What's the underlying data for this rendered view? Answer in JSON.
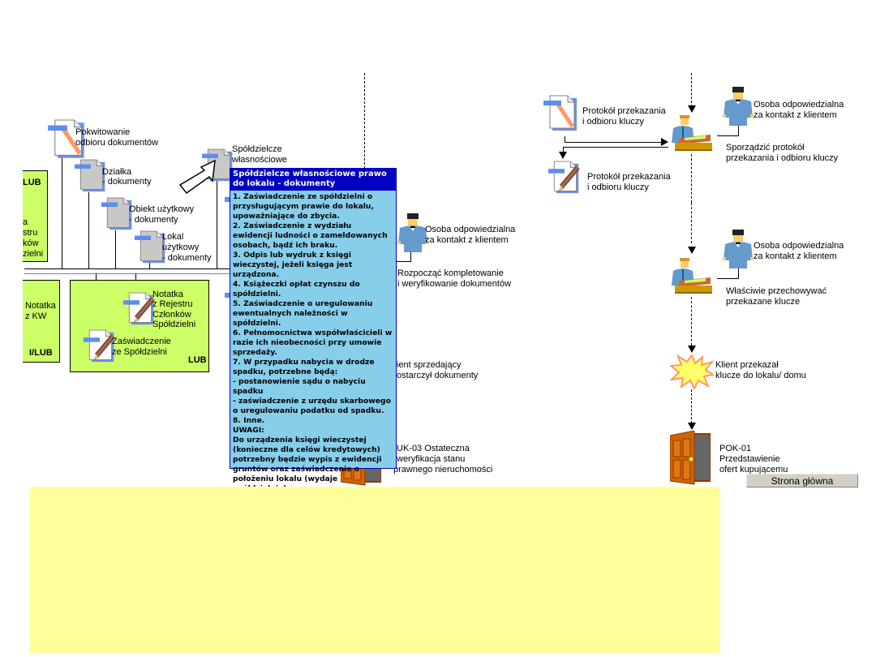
{
  "left_section": {
    "documents": [
      {
        "id": "pokwitowanie",
        "label_lines": [
          "Pokwitowanie",
          "odbioru dokumentów"
        ]
      },
      {
        "id": "dzialka",
        "label_lines": [
          "Działka",
          "- dokumenty"
        ]
      },
      {
        "id": "obiekt",
        "label_lines": [
          "Obiekt użytkowy",
          "- dokumenty"
        ]
      },
      {
        "id": "lokal",
        "label_lines": [
          "Lokal",
          "użytkowy",
          "- dokumenty"
        ]
      },
      {
        "id": "spoldzielcze",
        "label_lines": [
          "Spółdzielcze",
          "własnościowe"
        ]
      }
    ],
    "green_box_top": {
      "lub": "LUB",
      "label_lines": [
        "a",
        "stru",
        "ków",
        "zielni"
      ]
    },
    "green_box_bottom_left": {
      "label_lines": [
        "Notatka",
        "z KW"
      ],
      "lub": "I/LUB"
    },
    "green_box_bottom_right": {
      "notatka_lines": [
        "Notatka",
        "z Rejestru",
        "Członków",
        "Spółdzielni"
      ],
      "zaswiadczenie_lines": [
        "Zaświadczenie",
        "ze Spółdzielni"
      ],
      "lub": "LUB"
    }
  },
  "tooltip": {
    "title": "Spółdzielcze własnościowe prawo do lokalu - dokumenty",
    "body": "1. Zaświadczenie ze spółdzielni o przysługującym prawie do lokalu, upoważniające do zbycia.\n2. Zaświadczenie z wydziału ewidencji ludności o zameldowanych osobach, bądź ich braku.\n3. Odpis lub wydruk z księgi wieczystej, jeżeli księga jest urządzona.\n4. Książeczki opłat czynszu do spółdzielni.\n5. Zaświadczenie o uregulowaniu ewentualnych należności w spółdzielni.\n6. Pełnomocnictwa współwłaścicieli w razie ich nieobecności przy umowie sprzedaży.\n7. W przypadku nabycia w drodze spadku, potrzebne będą:\n- postanowienie sądu o nabyciu spadku\n- zaświadczenie z urzędu skarbowego o uregulowaniu podatku od spadku.\n8. Inne.\nUWAGI:\nDo urządzenia księgi wieczystej (konieczne dla celów kredytowych) potrzebny będzie wypis z ewidencji gruntów oraz zaświadczenie o położeniu lokalu (wydaje spółdzielnia)."
  },
  "middle_section": {
    "person_label_lines": [
      "Osoba odpowiedzialna",
      "za kontakt z klientem"
    ],
    "task_lines": [
      "Rozpocząć kompletowanie",
      "i weryfikowanie dokumentów"
    ],
    "event_lines": [
      "ient sprzedający",
      "ostarczył dokumenty"
    ],
    "exit_lines": [
      "UK-03 Ostateczna",
      "weryfikacja stanu",
      "prawnego nieruchomości"
    ]
  },
  "right_section": {
    "doc_top_lines": [
      "Protokół przekazania",
      "i odbioru kluczy"
    ],
    "doc_bottom_lines": [
      "Protokół przekazania",
      "i odbioru kluczy"
    ],
    "person1_lines": [
      "Osoba odpowiedzialna",
      "za kontakt z klientem"
    ],
    "task1_lines": [
      "Sporządzić protokół",
      "przekazania i odbioru kluczy"
    ],
    "person2_lines": [
      "Osoba odpowiedzialna",
      "za kontakt z klientem"
    ],
    "task2_lines": [
      "Właściwie przechowywać",
      "przekazane klucze"
    ],
    "event_lines": [
      "Klient przekazał",
      "klucze do lokalu/ domu"
    ],
    "exit_lines": [
      "POK-01",
      "Przedstawienie",
      "ofert kupującemu"
    ]
  },
  "home_button": "Strona główna",
  "colors": {
    "green_box": "#ccff66",
    "tooltip_bg": "#87ceeb",
    "tooltip_title_bg": "#0000c0",
    "note_area": "#ffff99",
    "doc_tab": "#5b8ef0"
  }
}
